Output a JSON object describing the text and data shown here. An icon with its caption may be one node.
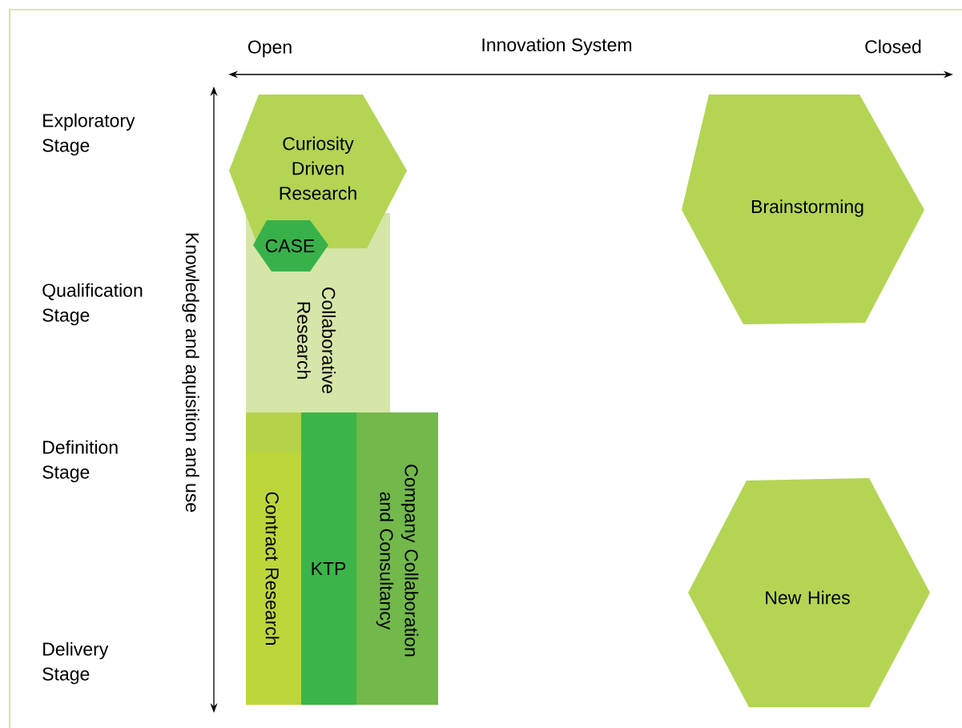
{
  "diagram": {
    "nodes": [
      {
        "text": [
          "Curiosity Driven Research"
        ]
      },
      {
        "text": [
          "CASE"
        ],
        "in": 2
      },
      {
        "text": [
          "Collaborative Research"
        ]
      },
      {
        "text": [
          "Contract Research"
        ]
      },
      {
        "text": [
          "KTP"
        ]
      },
      {
        "text": [
          "Company Collaboration and Consultancy"
        ]
      },
      {
        "text": [
          "Brainstorming"
        ]
      },
      {
        "text": [
          "New Hires"
        ]
      }
    ],
    "labels": [
      "Open",
      "Innovation System",
      "Closed",
      "Exploratory Stage",
      "Qualification Stage",
      "Definition Stage",
      "Delivery Stage",
      "Knowledge and aquisition and use"
    ]
  }
}
